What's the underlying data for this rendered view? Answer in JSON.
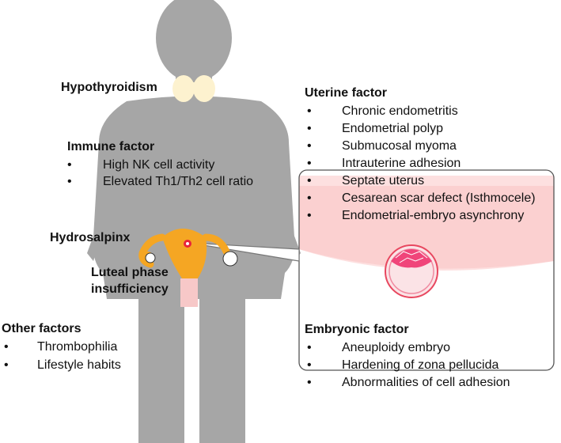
{
  "colors": {
    "silhouette": "#a6a6a6",
    "thyroid": "#fdf2cf",
    "uterus": "#f5a623",
    "cervix": "#f7c8c8",
    "endometrium": "#fde0e0",
    "embryo": "#f0457a"
  },
  "hypothyroidism": "Hypothyroidism",
  "immune": {
    "title": "Immune factor",
    "items": [
      "High NK cell activity",
      "Elevated Th1/Th2 cell ratio"
    ]
  },
  "hydrosalpinx": "Hydrosalpinx",
  "luteal": {
    "line1": "Luteal phase",
    "line2": "insufficiency"
  },
  "other": {
    "title": "Other factors",
    "items": [
      "Thrombophilia",
      "Lifestyle habits"
    ]
  },
  "uterine": {
    "title": "Uterine factor",
    "items": [
      "Chronic endometritis",
      "Endometrial polyp",
      "Submucosal myoma",
      "Intrauterine adhesion",
      "Septate uterus",
      "Cesarean scar defect (Isthmocele)",
      "Endometrial-embryo asynchrony"
    ]
  },
  "embryonic": {
    "title": "Embryonic factor",
    "items": [
      "Aneuploidy embryo",
      "Hardening of zona pellucida",
      "Abnormalities of cell adhesion"
    ]
  },
  "bullet": "•"
}
